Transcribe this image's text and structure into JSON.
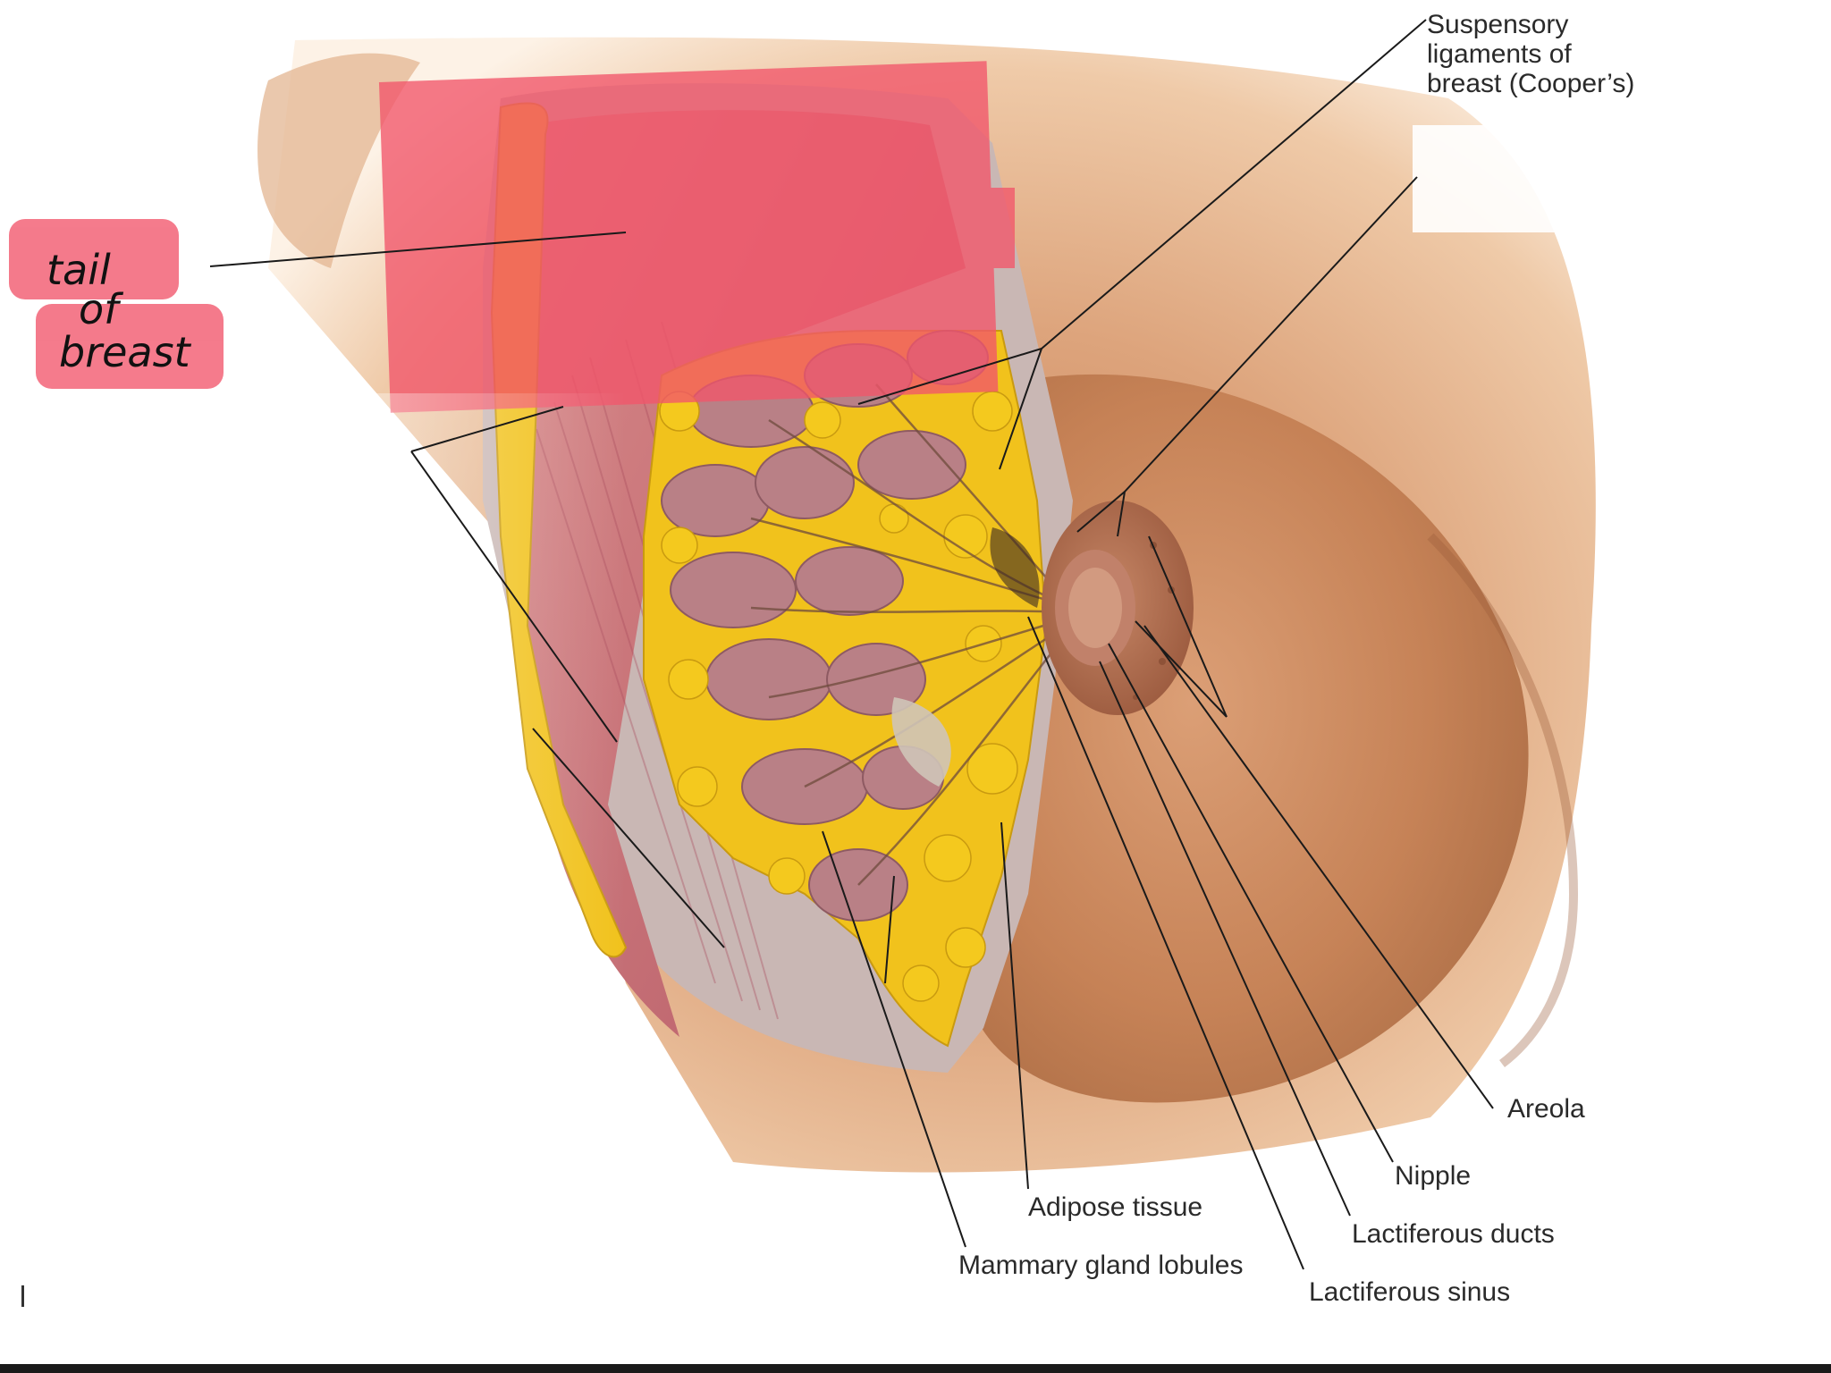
{
  "diagram": {
    "labels": {
      "suspensory_1": "Suspensory",
      "suspensory_2": "ligaments of",
      "suspensory_3": "breast (Cooper’s)",
      "areola": "Areola",
      "nipple": "Nipple",
      "lactiferous_ducts": "Lactiferous ducts",
      "lactiferous_sinus": "Lactiferous sinus",
      "adipose_tissue": "Adipose tissue",
      "mammary_gland_lobules": "Mammary gland lobules"
    },
    "annotation": {
      "line1": "tail",
      "line2": "of",
      "line3": "breast"
    },
    "colors": {
      "skin_light": "#f1d2b4",
      "skin_mid": "#dba27a",
      "skin_dark": "#b8774c",
      "muscle": "#c66a73",
      "fat": "#f3c51d",
      "lobule": "#b98086",
      "highlight": "#f2566b",
      "leader": "#1a1a1a"
    }
  }
}
